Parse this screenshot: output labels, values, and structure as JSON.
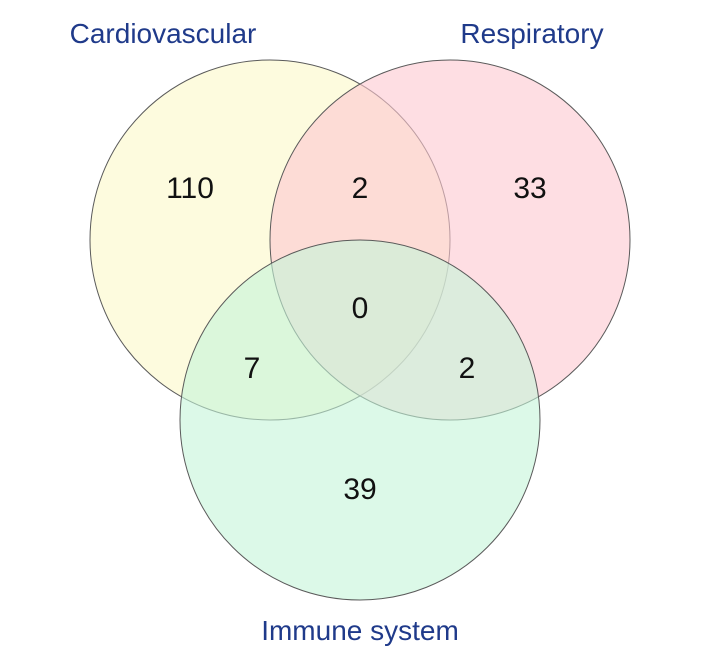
{
  "diagram": {
    "sets": [
      {
        "id": "cardio",
        "label": "Cardiovascular",
        "fill": "#fbf9c8",
        "opacity": 0.6
      },
      {
        "id": "resp",
        "label": "Respiratory",
        "fill": "#fdc8d0",
        "opacity": 0.6
      },
      {
        "id": "immune",
        "label": "Immune system",
        "fill": "#c4f5d8",
        "opacity": 0.6
      }
    ],
    "counts": {
      "cardio_only": "110",
      "cardio_resp": "2",
      "resp_only": "33",
      "all_three": "0",
      "cardio_immune": "7",
      "resp_immune": "2",
      "immune_only": "39"
    },
    "label_color": "#1f3a8a",
    "outline_color": "#5a5a5a"
  }
}
